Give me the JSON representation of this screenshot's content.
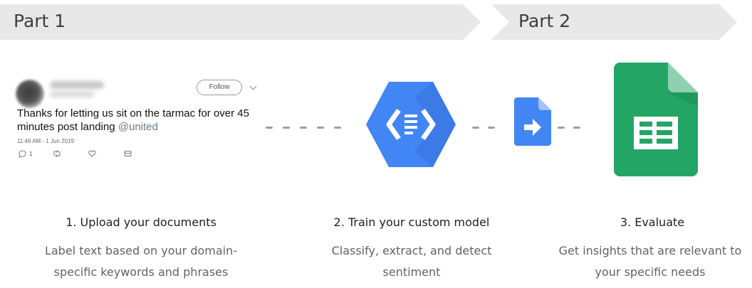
{
  "banners": {
    "part1": "Part 1",
    "part2": "Part 2"
  },
  "tweet": {
    "follow_label": "Follow",
    "text": "Thanks for letting us sit on the tarmac for over 45 minutes post landing",
    "mention": "@united",
    "timestamp": "11:46 AM - 1 Jun 2019",
    "reply_count": "1"
  },
  "colors": {
    "banner": "#e8e8e8",
    "hex_blue": "#4285f4",
    "doc_blue": "#4285f4",
    "sheets_green": "#23a566",
    "desc_gray": "#5f6368"
  },
  "steps": [
    {
      "title": "1. Upload your documents",
      "desc_line1": "Label text based on your domain-",
      "desc_line2": "specific keywords and phrases"
    },
    {
      "title": "2. Train your custom model",
      "desc_line1": "Classify, extract, and detect",
      "desc_line2": "sentiment"
    },
    {
      "title": "3. Evaluate",
      "desc_line1": "Get insights that are relevant to",
      "desc_line2": "your specific needs"
    }
  ]
}
